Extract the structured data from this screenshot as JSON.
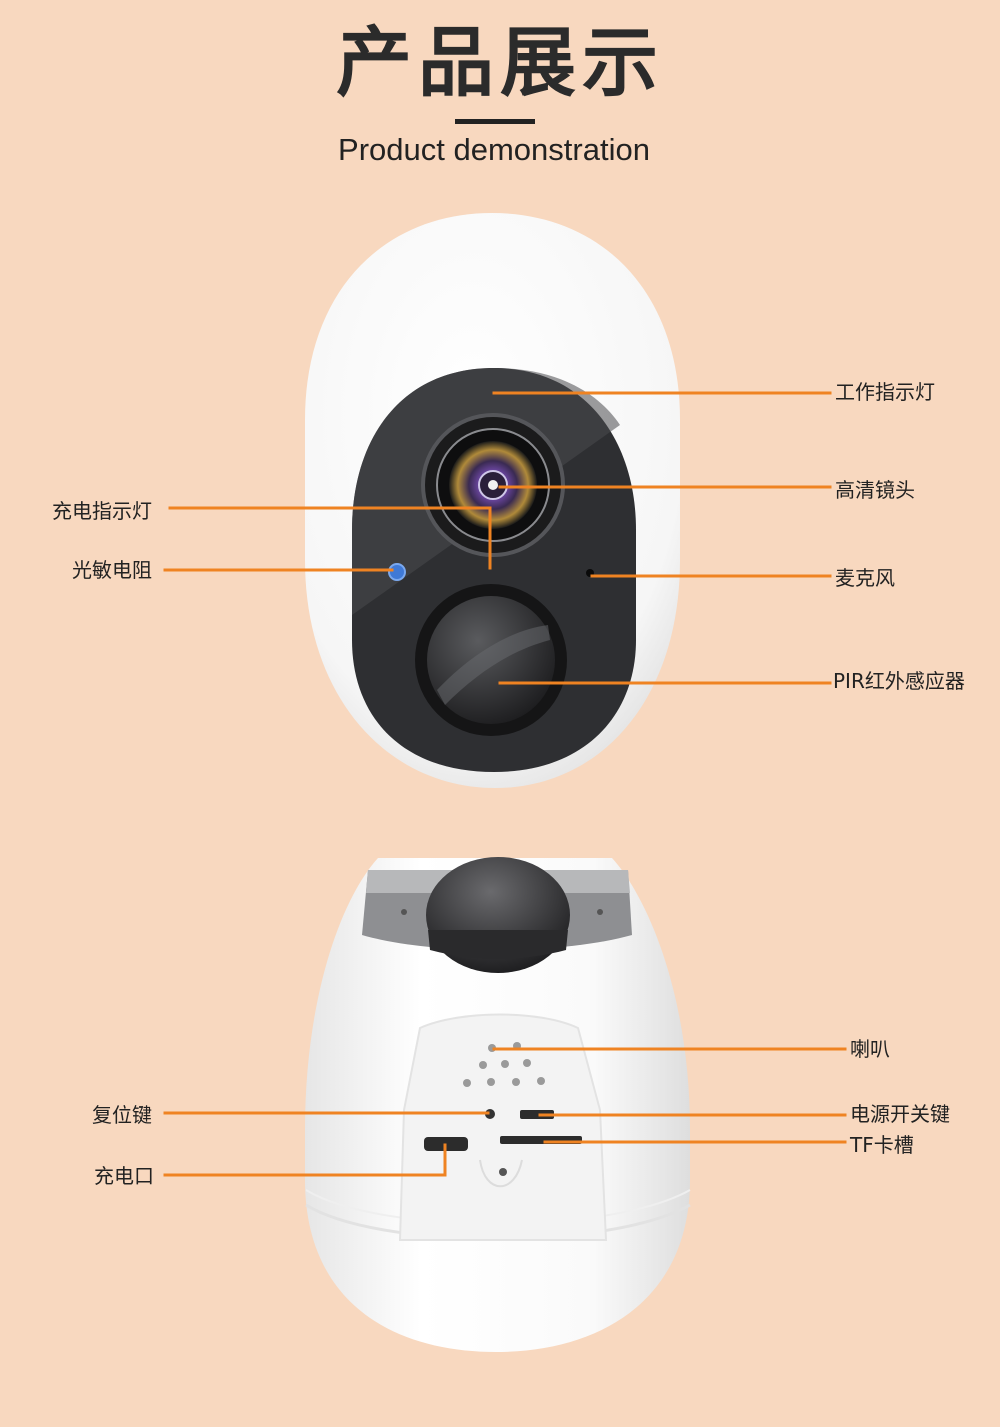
{
  "header": {
    "title": "产品展示",
    "subtitle": "Product demonstration"
  },
  "colors": {
    "background": "#f8d8bf",
    "callout_line": "#ef8322",
    "camera_body": "#ffffff",
    "camera_face": "#2f3033"
  },
  "front_view": {
    "labels": {
      "work_indicator": "工作指示灯",
      "hd_lens": "高清镜头",
      "charge_indicator": "充电指示灯",
      "light_sensor": "光敏电阻",
      "microphone": "麦克风",
      "pir_sensor": "PIR红外感应器"
    }
  },
  "back_view": {
    "labels": {
      "speaker": "喇叭",
      "reset_key": "复位键",
      "power_key": "电源开关键",
      "charge_port": "充电口",
      "tf_slot": "TF卡槽"
    }
  }
}
